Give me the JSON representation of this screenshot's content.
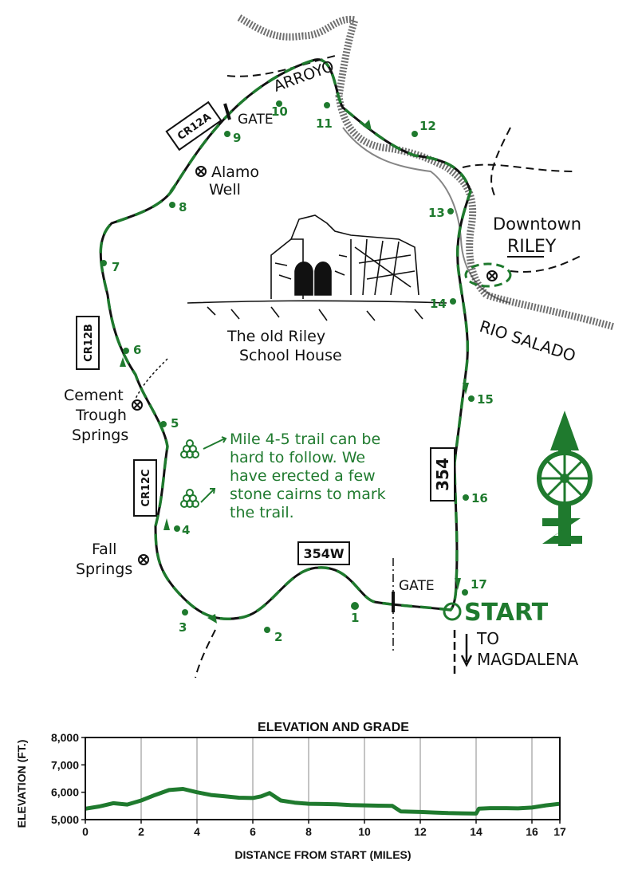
{
  "map": {
    "colors": {
      "trail": "#1f7a2e",
      "ink": "#111111",
      "river": "#e8e8e8"
    },
    "labels": {
      "arroyo": "ARROYO",
      "gate_north": "GATE",
      "gate_south": "GATE",
      "alamo_well_1": "Alamo",
      "alamo_well_2": "Well",
      "downtown": "Downtown",
      "riley": "RILEY",
      "rio_salado": "RIO SALADO",
      "schoolhouse_1": "The old Riley",
      "schoolhouse_2": "School House",
      "cement_1": "Cement",
      "cement_2": "Trough",
      "cement_3": "Springs",
      "fall_1": "Fall",
      "fall_2": "Springs",
      "start": "START",
      "to": "TO",
      "magdalena": "MAGDALENA"
    },
    "road_signs": {
      "cr12a": "CR12A",
      "cr12b": "CR12B",
      "cr12c": "CR12C",
      "r354": "354",
      "r354w": "354W"
    },
    "note_lines": [
      "Mile 4-5 trail can be",
      "hard to follow. We",
      "have erected a few",
      "stone cairns to mark",
      "the trail."
    ],
    "mile_markers": [
      "1",
      "2",
      "3",
      "4",
      "5",
      "6",
      "7",
      "8",
      "9",
      "10",
      "11",
      "12",
      "13",
      "14",
      "15",
      "16",
      "17"
    ],
    "icons": [
      "well-symbol-icon",
      "cairn-icon",
      "north-arrow-icon",
      "schoolhouse-drawing"
    ]
  },
  "chart_data": {
    "type": "area",
    "title": "ELEVATION AND GRADE",
    "xlabel": "DISTANCE FROM START (MILES)",
    "ylabel": "ELEVATION (FT.)",
    "xlim": [
      0,
      17
    ],
    "ylim": [
      5000,
      8000
    ],
    "x_ticks": [
      "0",
      "2",
      "4",
      "6",
      "8",
      "10",
      "12",
      "14",
      "16",
      "17"
    ],
    "y_ticks": [
      "5,000",
      "6,000",
      "7,000",
      "8,000"
    ],
    "grid": "vertical lines only",
    "series": [
      {
        "x": [
          0,
          0.5,
          1,
          1.5,
          2,
          2.5,
          3,
          3.5,
          4,
          4.5,
          5,
          5.5,
          6,
          6.3,
          6.6,
          7,
          7.5,
          8,
          8.5,
          9,
          9.5,
          10,
          10.5,
          11,
          11.3,
          12,
          12.5,
          13,
          13.5,
          14,
          14.1,
          14.5,
          15,
          15.5,
          16,
          16.5,
          17
        ],
        "y": [
          5400,
          5480,
          5600,
          5550,
          5700,
          5900,
          6080,
          6120,
          6000,
          5900,
          5850,
          5800,
          5790,
          5850,
          5970,
          5700,
          5620,
          5580,
          5570,
          5560,
          5530,
          5520,
          5510,
          5500,
          5300,
          5280,
          5260,
          5240,
          5230,
          5220,
          5400,
          5420,
          5420,
          5410,
          5440,
          5520,
          5580
        ]
      }
    ]
  }
}
